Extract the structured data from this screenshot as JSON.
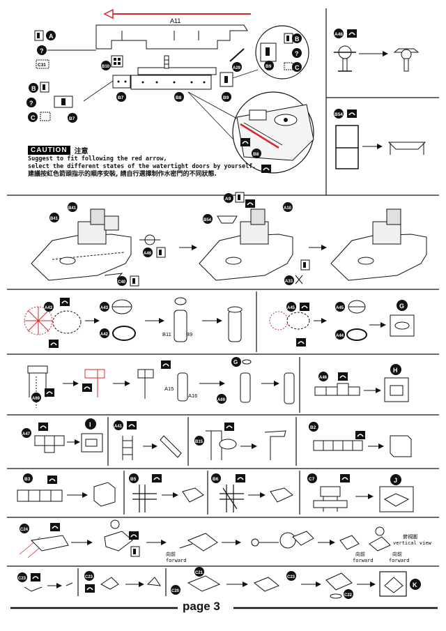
{
  "caution": {
    "tag": "CAUTION",
    "tag_cn": "注意",
    "line1": "Suggest to fit following the red arrow,",
    "line2": "select the different states of the watertight doors by yourself.",
    "line3": "建議按紅色箭頭指示的順序安裝, 請自行選擇制作水密門的不同狀態."
  },
  "labels": {
    "A11": "A11",
    "A": "A",
    "C31": "C31",
    "B10": "B10",
    "B7": "B7",
    "B8": "B8",
    "B9": "B9",
    "A29": "A29",
    "B": "B",
    "C": "C",
    "q": "?",
    "A48": "A48",
    "B54": "B54",
    "B41": "B41",
    "A9": "A9",
    "A10": "A10",
    "A49": "A49",
    "C40": "C40",
    "A33": "A33",
    "A43": "A43",
    "A42": "A42",
    "A45": "A45",
    "A44": "A44",
    "G": "G",
    "B11": "B11",
    "A69": "A69",
    "A15": "A15",
    "A16": "A16",
    "A46": "A46",
    "H": "H",
    "A47": "A47",
    "I": "I",
    "A41": "A41",
    "B15": "B15",
    "B2": "B2",
    "B3": "B3",
    "B5": "B5",
    "B6": "B6",
    "C7": "C7",
    "J": "J",
    "C24": "C24",
    "forward_cn": "向前",
    "forward": "forward",
    "vertical_cn": "俯視圖",
    "vertical": "vertical view",
    "C23": "C23",
    "C21": "C21",
    "C20": "C20",
    "C22": "C22",
    "K": "K"
  },
  "footer": {
    "page": "page 3"
  }
}
